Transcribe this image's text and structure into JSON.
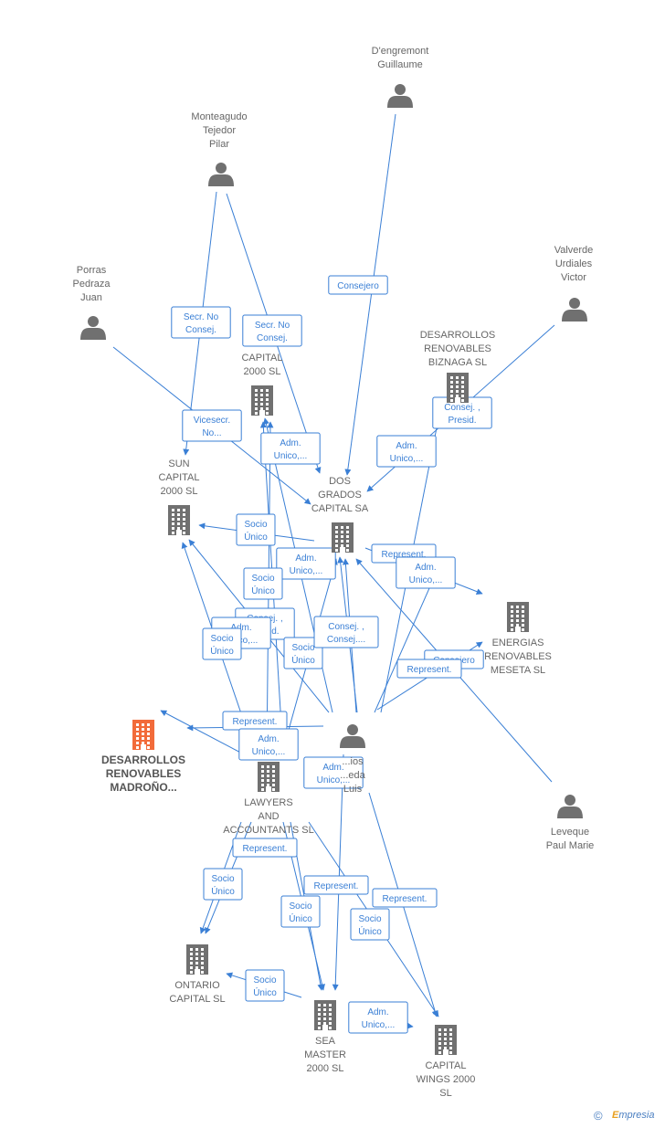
{
  "colors": {
    "edge": "#3a7fd5",
    "node": "#707070",
    "focus": "#f26b3a"
  },
  "nodes": [
    {
      "id": "dengremont",
      "type": "person",
      "lines": [
        "D'engremont",
        "Guillaume"
      ]
    },
    {
      "id": "monteagudo",
      "type": "person",
      "lines": [
        "Monteagudo",
        "Tejedor",
        "Pilar"
      ]
    },
    {
      "id": "porras",
      "type": "person",
      "lines": [
        "Porras",
        "Pedraza",
        "Juan"
      ]
    },
    {
      "id": "valverde",
      "type": "person",
      "lines": [
        "Valverde",
        "Urdiales",
        "Victor"
      ]
    },
    {
      "id": "leveque",
      "type": "person",
      "lines": [
        "Leveque",
        "Paul Marie"
      ]
    },
    {
      "id": "antonio",
      "type": "person",
      "lines": [
        "...ios",
        "...eda",
        "Luis"
      ]
    },
    {
      "id": "capital2000",
      "type": "company",
      "lines": [
        "CAPITAL",
        "2000  SL"
      ]
    },
    {
      "id": "biznaga",
      "type": "company",
      "lines": [
        "DESARROLLOS",
        "RENOVABLES",
        "BIZNAGA  SL"
      ]
    },
    {
      "id": "sun",
      "type": "company",
      "lines": [
        "SUN",
        "CAPITAL",
        "2000  SL"
      ]
    },
    {
      "id": "dosgrados",
      "type": "company",
      "lines": [
        "DOS",
        "GRADOS",
        "CAPITAL SA"
      ]
    },
    {
      "id": "energias",
      "type": "company",
      "lines": [
        "ENERGIAS",
        "RENOVABLES",
        "MESETA  SL"
      ]
    },
    {
      "id": "madrono",
      "type": "company",
      "focus": true,
      "lines": [
        "DESARROLLOS",
        "RENOVABLES",
        "MADROÑO..."
      ]
    },
    {
      "id": "lawyers",
      "type": "company",
      "lines": [
        "LAWYERS",
        "AND",
        "ACCOUNTANTS SL"
      ]
    },
    {
      "id": "ontario",
      "type": "company",
      "lines": [
        "ONTARIO",
        "CAPITAL  SL"
      ]
    },
    {
      "id": "seamaster",
      "type": "company",
      "lines": [
        "SEA",
        "MASTER",
        "2000  SL"
      ]
    },
    {
      "id": "wings",
      "type": "company",
      "lines": [
        "CAPITAL",
        "WINGS 2000",
        "SL"
      ]
    }
  ],
  "edges": [
    {
      "from": "dengremont",
      "to": "dosgrados",
      "label": [
        "Consejero"
      ]
    },
    {
      "from": "monteagudo",
      "to": "sun",
      "label": [
        "Secr.  No",
        "Consej."
      ]
    },
    {
      "from": "monteagudo",
      "to": "dosgrados",
      "label": [
        "Secr.  No",
        "Consej."
      ]
    },
    {
      "from": "porras",
      "to": "dosgrados",
      "label": [
        "Vicesecr.",
        "No..."
      ]
    },
    {
      "from": "valverde",
      "to": "dosgrados",
      "label": [
        "Adm.",
        "Unico,..."
      ]
    },
    {
      "from": "antonio",
      "to": "biznaga",
      "label": [
        "Consej. ,",
        "Presid."
      ]
    },
    {
      "from": "antonio",
      "to": "capital2000",
      "label": [
        "Adm.",
        "Unico,..."
      ]
    },
    {
      "from": "dosgrados",
      "to": "sun",
      "label": [
        "Socio",
        "Único"
      ]
    },
    {
      "from": "antonio",
      "to": "dosgrados",
      "label": [
        "Adm.",
        "Unico,..."
      ]
    },
    {
      "from": "antonio",
      "to": "sun",
      "label": [
        "Socio",
        "Único"
      ]
    },
    {
      "from": "antonio",
      "to": "energias",
      "label": [
        "Represent."
      ]
    },
    {
      "from": "dosgrados",
      "to": "energias",
      "label": [
        "Adm.",
        "Unico,..."
      ]
    },
    {
      "from": "leveque",
      "to": "dosgrados",
      "label": [
        "Consejero"
      ]
    },
    {
      "from": "antonio",
      "to": "energias",
      "label": [
        "Represent."
      ]
    },
    {
      "from": "lawyers",
      "to": "capital2000",
      "label": [
        "Consej. ,",
        "Presid."
      ]
    },
    {
      "from": "lawyers",
      "to": "sun",
      "label": [
        "Adm.",
        "Unico,..."
      ]
    },
    {
      "from": "lawyers",
      "to": "madrono",
      "label": [
        "Socio",
        "Único"
      ]
    },
    {
      "from": "lawyers",
      "to": "dosgrados",
      "label": [
        "Socio",
        "Único"
      ]
    },
    {
      "from": "antonio",
      "to": "dosgrados",
      "label": [
        "Consej. ,",
        "Consej...."
      ]
    },
    {
      "from": "antonio",
      "to": "madrono",
      "label": [
        "Represent."
      ]
    },
    {
      "from": "lawyers",
      "to": "capital2000",
      "label": [
        "Adm.",
        "Unico,..."
      ]
    },
    {
      "from": "antonio",
      "to": "seamaster",
      "label": [
        "Adm.",
        "Unico,..."
      ]
    },
    {
      "from": "lawyers",
      "to": "ontario",
      "label": [
        "Represent."
      ]
    },
    {
      "from": "lawyers",
      "to": "ontario",
      "label": [
        "Socio",
        "Único"
      ]
    },
    {
      "from": "lawyers",
      "to": "seamaster",
      "label": [
        "Represent."
      ]
    },
    {
      "from": "lawyers",
      "to": "seamaster",
      "label": [
        "Socio",
        "Único"
      ]
    },
    {
      "from": "lawyers",
      "to": "wings",
      "label": [
        "Represent."
      ]
    },
    {
      "from": "lawyers",
      "to": "wings",
      "label": [
        "Socio",
        "Único"
      ]
    },
    {
      "from": "seamaster",
      "to": "ontario",
      "label": [
        "Socio",
        "Único"
      ]
    },
    {
      "from": "seamaster",
      "to": "wings",
      "label": [
        "Adm.",
        "Unico,..."
      ]
    }
  ],
  "footer": {
    "copyright": "©",
    "brand_initial": "E",
    "brand_rest": "mpresia"
  }
}
